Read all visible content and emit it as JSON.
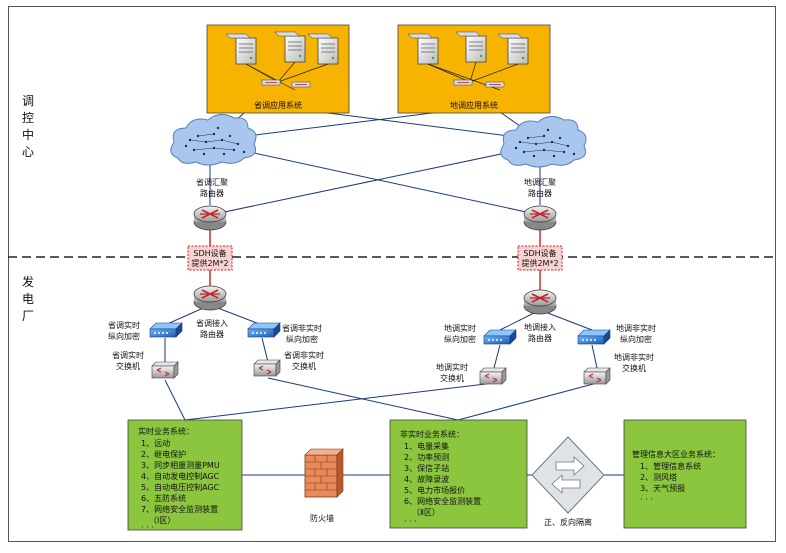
{
  "regions": {
    "control_center": [
      "调",
      "控",
      "中",
      "心"
    ],
    "power_plant": [
      "发",
      "电",
      "厂"
    ]
  },
  "systems": {
    "provincial_app": "省调应用系统",
    "district_app": "地调应用系统"
  },
  "routers": {
    "provincial_agg_1": "省调汇聚",
    "provincial_agg_2": "路由器",
    "district_agg_1": "地调汇聚",
    "district_agg_2": "路由器",
    "provincial_access_1": "省调接入",
    "provincial_access_2": "路由器",
    "district_access_1": "地调接入",
    "district_access_2": "路由器"
  },
  "sdh": {
    "left_1": "SDH设备",
    "left_2": "提供2M*2",
    "right_1": "SDH设备",
    "right_2": "提供2M*2"
  },
  "encryptors": {
    "prov_rt_1": "省调实时",
    "prov_rt_2": "纵向加密",
    "prov_nrt_1": "省调非实时",
    "prov_nrt_2": "纵向加密",
    "dist_rt_1": "地调实时",
    "dist_rt_2": "纵向加密",
    "dist_nrt_1": "地调非实时",
    "dist_nrt_2": "纵向加密"
  },
  "switches": {
    "prov_rt_1": "省调实时",
    "prov_rt_2": "交换机",
    "prov_nrt_1": "省调非实时",
    "prov_nrt_2": "交换机",
    "dist_rt_1": "地调实时",
    "dist_rt_2": "交换机",
    "dist_nrt_1": "地调非实时",
    "dist_nrt_2": "交换机"
  },
  "zone1": {
    "title": "实时业务系统：",
    "items": [
      "1、远动",
      "2、继电保护",
      "3、同步相量测量PMU",
      "4、自动发电控制AGC",
      "5、自动电压控制AGC",
      "6、五防系统",
      "7、网络安全监测装置",
      "（Ⅰ区）",
      "·  ·  ·"
    ]
  },
  "zone2": {
    "title": "非实时业务系统：",
    "items": [
      "1、电量采集",
      "2、功率预测",
      "3、保信子站",
      "4、故障录波",
      "5、电力市场报价",
      "6、网络安全监测装置",
      "（Ⅱ区）",
      "·  ·  ·"
    ]
  },
  "zone3": {
    "title": "管理信息大区业务系统：",
    "items": [
      "1、管理信息系统",
      "2、测风塔",
      "3、天气预报",
      "·  ·  ·"
    ]
  },
  "firewall_label": "防火墙",
  "isolation_label": "正、反向隔离",
  "colors": {
    "app_box": "#f6b300",
    "zone_box": "#8cc63f",
    "cloud": "#a9c6ee",
    "link": "#1a3a7a",
    "sdh_link": "#d01c1c"
  }
}
